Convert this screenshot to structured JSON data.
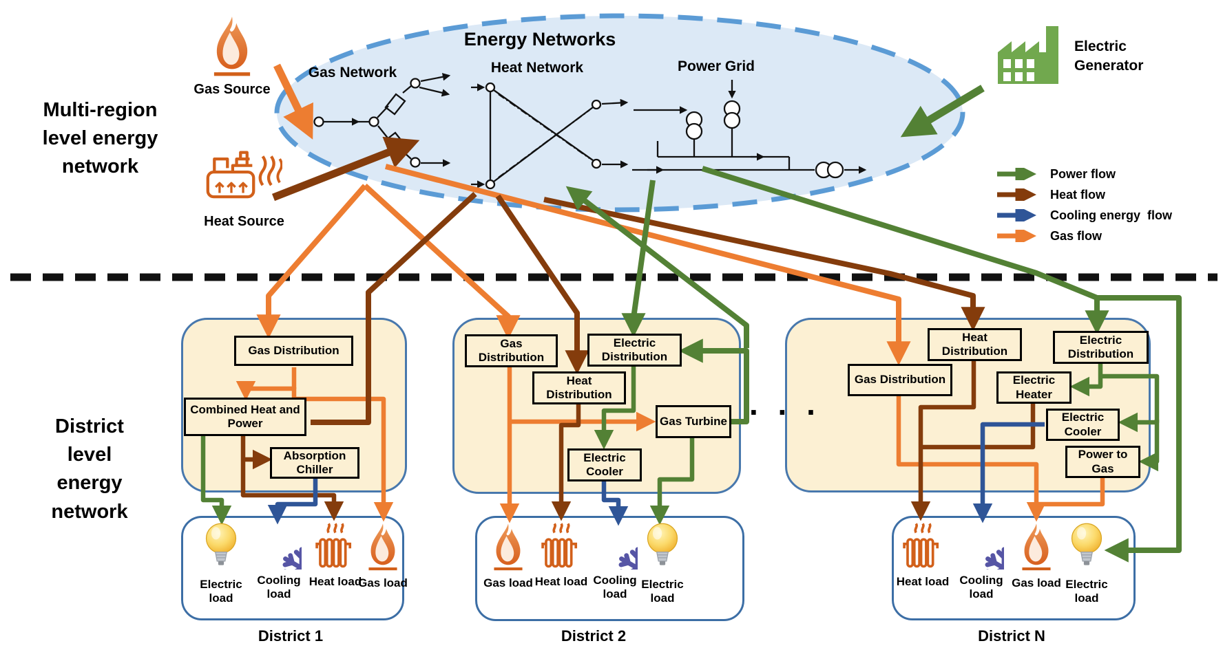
{
  "labels": {
    "multi_region": "Multi-region\nlevel energy\nnetwork",
    "district_level": "District\nlevel\nenergy\nnetwork",
    "ellipsis": ". . ."
  },
  "ellipse": {
    "title": "Energy Networks",
    "gas_label": "Gas Network",
    "heat_label": "Heat Network",
    "power_label": "Power Grid"
  },
  "sources": {
    "gas": "Gas Source",
    "heat": "Heat Source",
    "generator": "Electric\nGenerator"
  },
  "legend": [
    {
      "label": "Power flow",
      "color": "#538135"
    },
    {
      "label": "Heat flow",
      "color": "#843C0C"
    },
    {
      "label": "Cooling energy  flow",
      "color": "#2F5597"
    },
    {
      "label": "Gas flow",
      "color": "#ED7D31"
    }
  ],
  "districts": [
    {
      "name": "District 1",
      "components": [
        {
          "label": "Gas Distribution"
        },
        {
          "label": "Combined Heat and Power"
        },
        {
          "label": "Absorption Chiller"
        }
      ],
      "loads": [
        {
          "label": "Electric load",
          "icon": "bulb"
        },
        {
          "label": "Cooling load",
          "icon": "snowflake"
        },
        {
          "label": "Heat load",
          "icon": "radiator"
        },
        {
          "label": "Gas load",
          "icon": "flame"
        }
      ]
    },
    {
      "name": "District 2",
      "components": [
        {
          "label": "Gas Distribution"
        },
        {
          "label": "Electric Distribution"
        },
        {
          "label": "Heat Distribution"
        },
        {
          "label": "Gas Turbine"
        },
        {
          "label": "Electric Cooler"
        }
      ],
      "loads": [
        {
          "label": "Gas load",
          "icon": "flame"
        },
        {
          "label": "Heat load",
          "icon": "radiator"
        },
        {
          "label": "Cooling load",
          "icon": "snowflake"
        },
        {
          "label": "Electric load",
          "icon": "bulb"
        }
      ]
    },
    {
      "name": "District N",
      "components": [
        {
          "label": "Heat Distribution"
        },
        {
          "label": "Gas Distribution"
        },
        {
          "label": "Electric Distribution"
        },
        {
          "label": "Electric Heater"
        },
        {
          "label": "Electric Cooler"
        },
        {
          "label": "Power to Gas"
        }
      ],
      "loads": [
        {
          "label": "Heat load",
          "icon": "radiator"
        },
        {
          "label": "Cooling load",
          "icon": "snowflake"
        },
        {
          "label": "Gas load",
          "icon": "flame"
        },
        {
          "label": "Electric load",
          "icon": "bulb"
        }
      ]
    }
  ],
  "flow_colors": {
    "power": "#538135",
    "heat": "#843C0C",
    "cooling": "#2F5597",
    "gas": "#ED7D31"
  }
}
